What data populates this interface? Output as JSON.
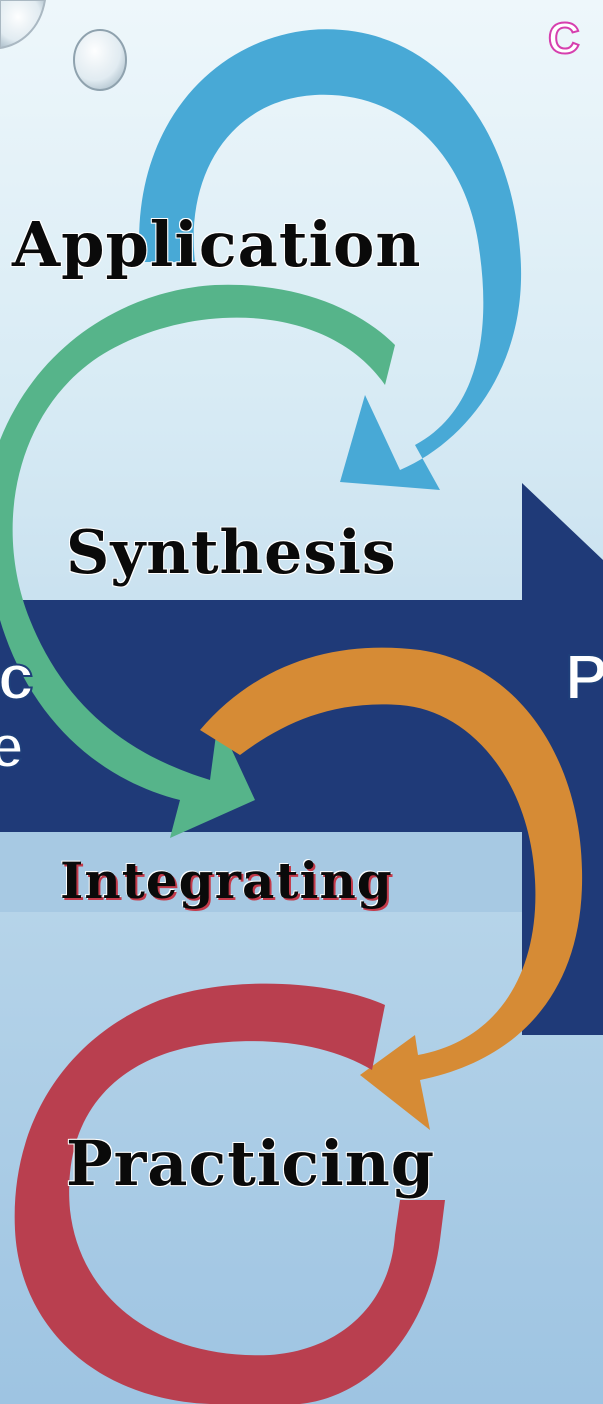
{
  "labels": {
    "application": "Application",
    "synthesis": "Synthesis",
    "integrating": "Integrating",
    "practicing": "Practicing"
  },
  "fragments": {
    "top_right": "C",
    "left_upper": "c",
    "left_lower": "e",
    "right": "P"
  },
  "colors": {
    "background_top": "#eef7fb",
    "background_bottom": "#9ec4e2",
    "big_arrow": "#1f3a78",
    "application_arrow": "#48a9d6",
    "synthesis_arrow": "#56b48a",
    "integrating_arrow": "#d68b35",
    "practicing_arrow": "#b93f4f"
  }
}
